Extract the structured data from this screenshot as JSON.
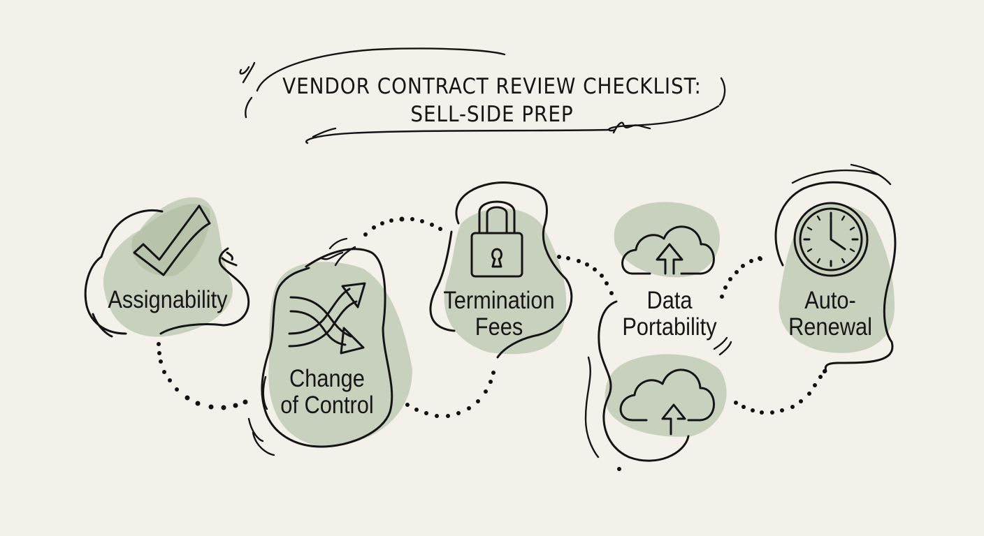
{
  "title": {
    "line1": "VENDOR CONTRACT REVIEW CHECKLIST:",
    "line2": "SELL-SIDE PREP"
  },
  "colors": {
    "background": "#f4f1ea",
    "wash": "#b9c6ae",
    "ink": "#141414"
  },
  "items": [
    {
      "label": "Assignability",
      "icon": "checkmark-icon"
    },
    {
      "label_line1": "Change",
      "label_line2": "of Control",
      "icon": "crossing-arrows-icon"
    },
    {
      "label_line1": "Termination",
      "label_line2": "Fees",
      "icon": "padlock-icon"
    },
    {
      "label_line1": "Data",
      "label_line2": "Portability",
      "icon": "cloud-upload-icon"
    },
    {
      "label_line1": "Auto-",
      "label_line2": "Renewal",
      "icon": "clock-icon"
    }
  ]
}
